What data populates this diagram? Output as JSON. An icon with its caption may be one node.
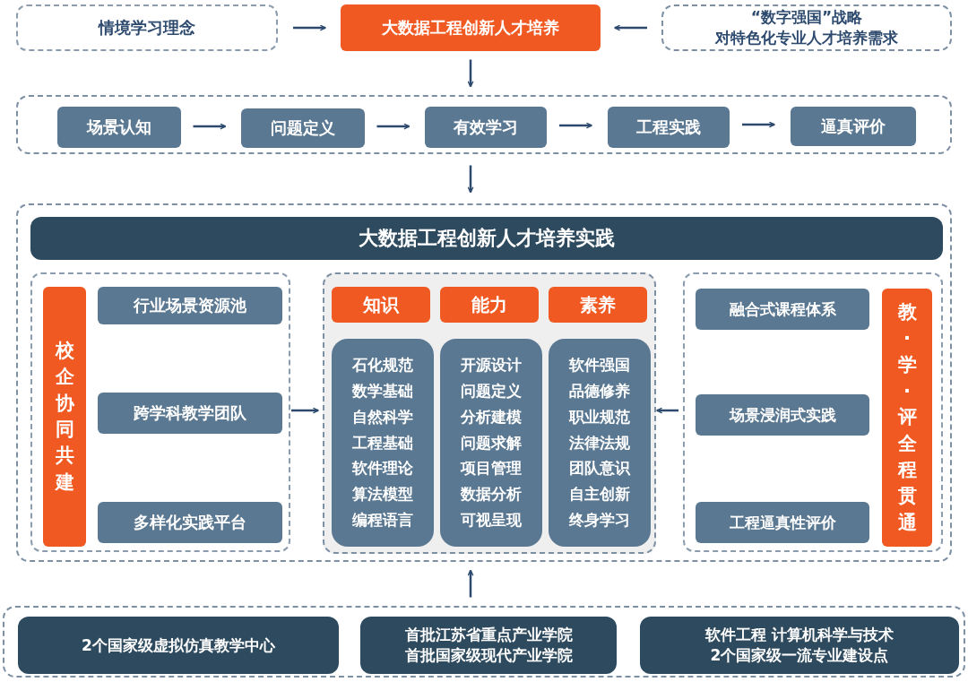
{
  "diagram": {
    "nodes": [
      {
        "text": [
          "情境学习理念"
        ]
      },
      {
        "text": [
          "大数据工程创新人才培养"
        ]
      },
      {
        "text": [
          "“数字强国”战略",
          "对特色化专业人才培养需求"
        ]
      },
      {
        "text": [],
        "shape": "box"
      },
      {
        "text": [
          "场景认知"
        ],
        "in": 3
      },
      {
        "text": [
          "问题定义"
        ],
        "in": 3
      },
      {
        "text": [
          "有效学习"
        ],
        "in": 3
      },
      {
        "text": [
          "工程实践"
        ],
        "in": 3
      },
      {
        "text": [
          "逼真评价"
        ],
        "in": 3
      },
      {
        "text": [],
        "shape": "box"
      },
      {
        "text": [
          "大数据工程创新人才培养实践"
        ],
        "in": 9
      },
      {
        "text": [],
        "shape": "box",
        "in": 9
      },
      {
        "text": [
          "校企协同共建"
        ],
        "in": 11
      },
      {
        "text": [
          "行业场景资源池"
        ],
        "in": 11
      },
      {
        "text": [
          "跨学科教学团队"
        ],
        "in": 11
      },
      {
        "text": [
          "多样化实践平台"
        ],
        "in": 11
      },
      {
        "text": [],
        "shape": "box",
        "in": 9
      },
      {
        "text": [
          "知识"
        ],
        "in": 16
      },
      {
        "text": [
          "能力"
        ],
        "in": 16
      },
      {
        "text": [
          "素养"
        ],
        "in": 16
      },
      {
        "text": [
          "石化规范",
          "数学基础",
          "自然科学",
          "工程基础",
          "软件理论",
          "算法模型",
          "编程语言"
        ],
        "in": 16
      },
      {
        "text": [
          "开源设计",
          "问题定义",
          "分析建模",
          "问题求解",
          "项目管理",
          "数据分析",
          "可视呈现"
        ],
        "in": 16
      },
      {
        "text": [
          "软件强国",
          "品德修养",
          "职业规范",
          "法律法规",
          "团队意识",
          "自主创新",
          "终身学习"
        ],
        "in": 16
      },
      {
        "text": [],
        "shape": "box",
        "in": 9
      },
      {
        "text": [
          "融合式课程体系"
        ],
        "in": 23
      },
      {
        "text": [
          "场景浸润式实践"
        ],
        "in": 23
      },
      {
        "text": [
          "工程逼真性评价"
        ],
        "in": 23
      },
      {
        "text": [
          "教·学·评全程贯通"
        ],
        "in": 23
      },
      {
        "text": [],
        "shape": "box"
      },
      {
        "text": [
          "2个国家级虚拟仿真教学中心"
        ],
        "in": 28
      },
      {
        "text": [
          "首批江苏省重点产业学院",
          "首批国家级现代产业学院"
        ],
        "in": 28
      },
      {
        "text": [
          "软件工程 计算机科学与技术",
          "2个国家级一流专业建设点"
        ],
        "in": 28
      }
    ],
    "edges": [
      {
        "from": 0,
        "to": 1,
        "arrow": "to"
      },
      {
        "from": 2,
        "to": 1,
        "arrow": "to"
      },
      {
        "from": 1,
        "to": 3,
        "arrow": "to"
      },
      {
        "from": 4,
        "to": 5,
        "arrow": "to"
      },
      {
        "from": 5,
        "to": 6,
        "arrow": "to"
      },
      {
        "from": 6,
        "to": 7,
        "arrow": "to"
      },
      {
        "from": 7,
        "to": 8,
        "arrow": "to"
      },
      {
        "from": 3,
        "to": 9,
        "arrow": "to"
      },
      {
        "from": 11,
        "to": 16,
        "arrow": "to"
      },
      {
        "from": 23,
        "to": 16,
        "arrow": "to"
      },
      {
        "from": 28,
        "to": 9,
        "arrow": "to"
      }
    ]
  }
}
